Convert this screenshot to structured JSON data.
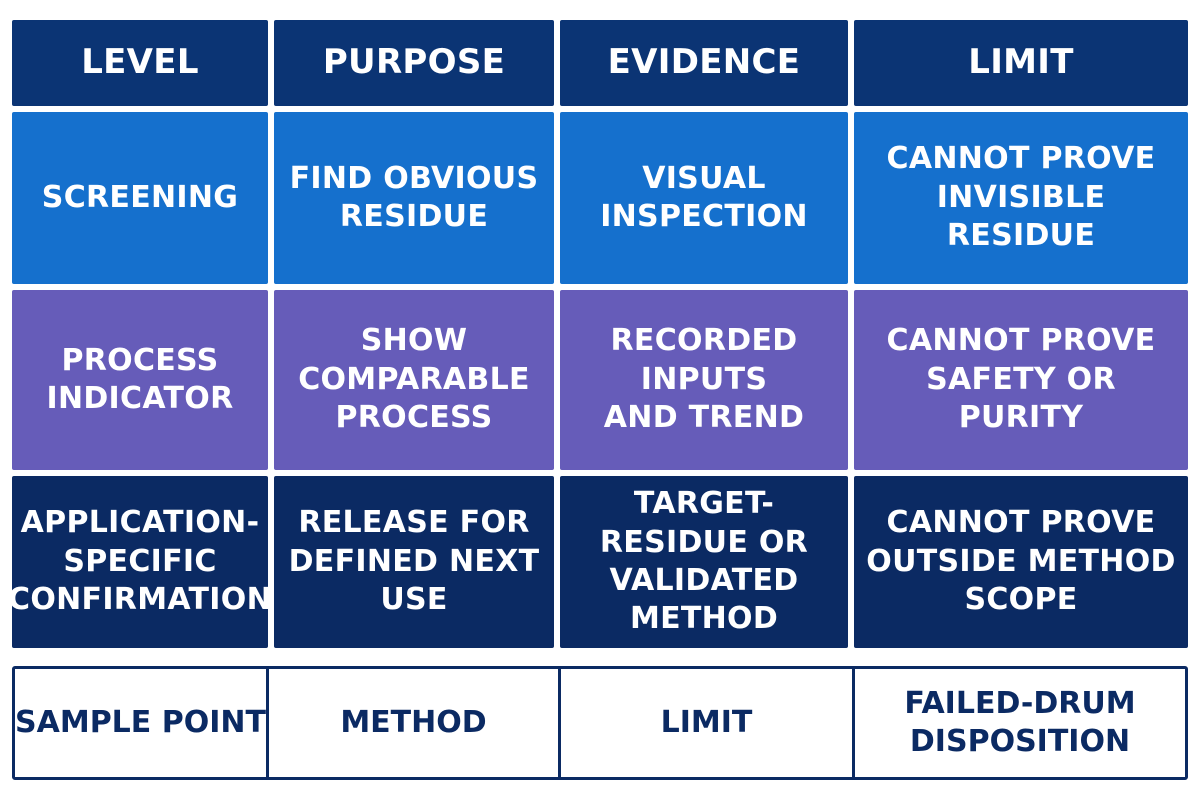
{
  "headers": [
    "LEVEL",
    "PURPOSE",
    "EVIDENCE",
    "LIMIT"
  ],
  "rows": [
    [
      "SCREENING",
      "FIND OBVIOUS\nRESIDUE",
      "VISUAL\nINSPECTION",
      "CANNOT PROVE\nINVISIBLE RESIDUE"
    ],
    [
      "PROCESS\nINDICATOR",
      "SHOW\nCOMPARABLE\nPROCESS",
      "RECORDED INPUTS\nAND TREND",
      "CANNOT PROVE\nSAFETY OR PURITY"
    ],
    [
      "APPLICATION-\nSPECIFIC\nCONFIRMATION",
      "RELEASE FOR\nDEFINED NEXT USE",
      "TARGET-RESIDUE OR\nVALIDATED METHOD",
      "CANNOT PROVE\nOUTSIDE METHOD SCOPE"
    ]
  ],
  "footer": [
    "SAMPLE POINT",
    "METHOD",
    "LIMIT",
    "FAILED-DRUM\nDISPOSITION"
  ],
  "colors": {
    "header": "#0b3474",
    "row_screening": "#1570cd",
    "row_process": "#665cb9",
    "row_application": "#0b2a63",
    "footer_text": "#0b2a63"
  }
}
